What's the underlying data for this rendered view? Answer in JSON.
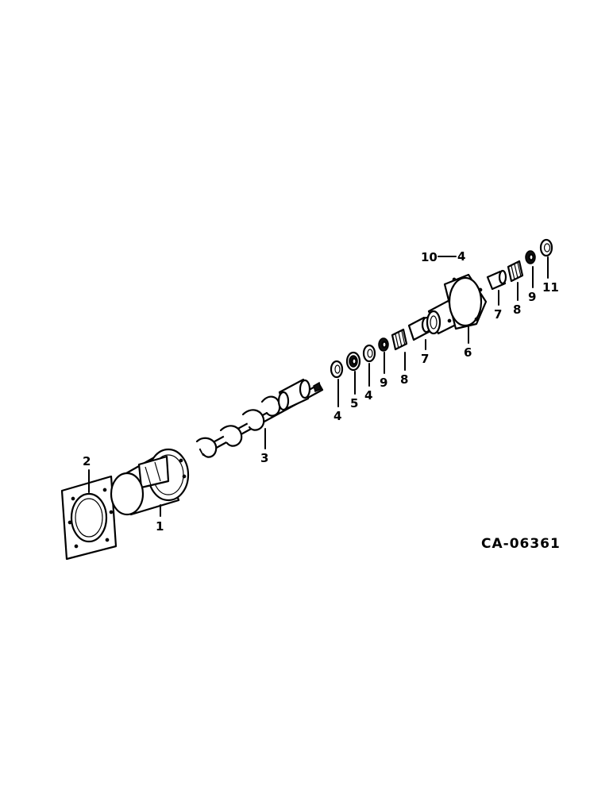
{
  "diagram": {
    "figure_code": "CA-06361",
    "callouts": [
      {
        "id": "c1",
        "text": "1"
      },
      {
        "id": "c2",
        "text": "2"
      },
      {
        "id": "c3",
        "text": "3"
      },
      {
        "id": "c4a",
        "text": "4"
      },
      {
        "id": "c4b",
        "text": "4"
      },
      {
        "id": "c5",
        "text": "5"
      },
      {
        "id": "c6",
        "text": "6"
      },
      {
        "id": "c7a",
        "text": "7"
      },
      {
        "id": "c7b",
        "text": "7"
      },
      {
        "id": "c8a",
        "text": "8"
      },
      {
        "id": "c8b",
        "text": "8"
      },
      {
        "id": "c9a",
        "text": "9"
      },
      {
        "id": "c9b",
        "text": "9"
      },
      {
        "id": "c10",
        "text": "10"
      },
      {
        "id": "c11",
        "text": "11"
      }
    ]
  }
}
